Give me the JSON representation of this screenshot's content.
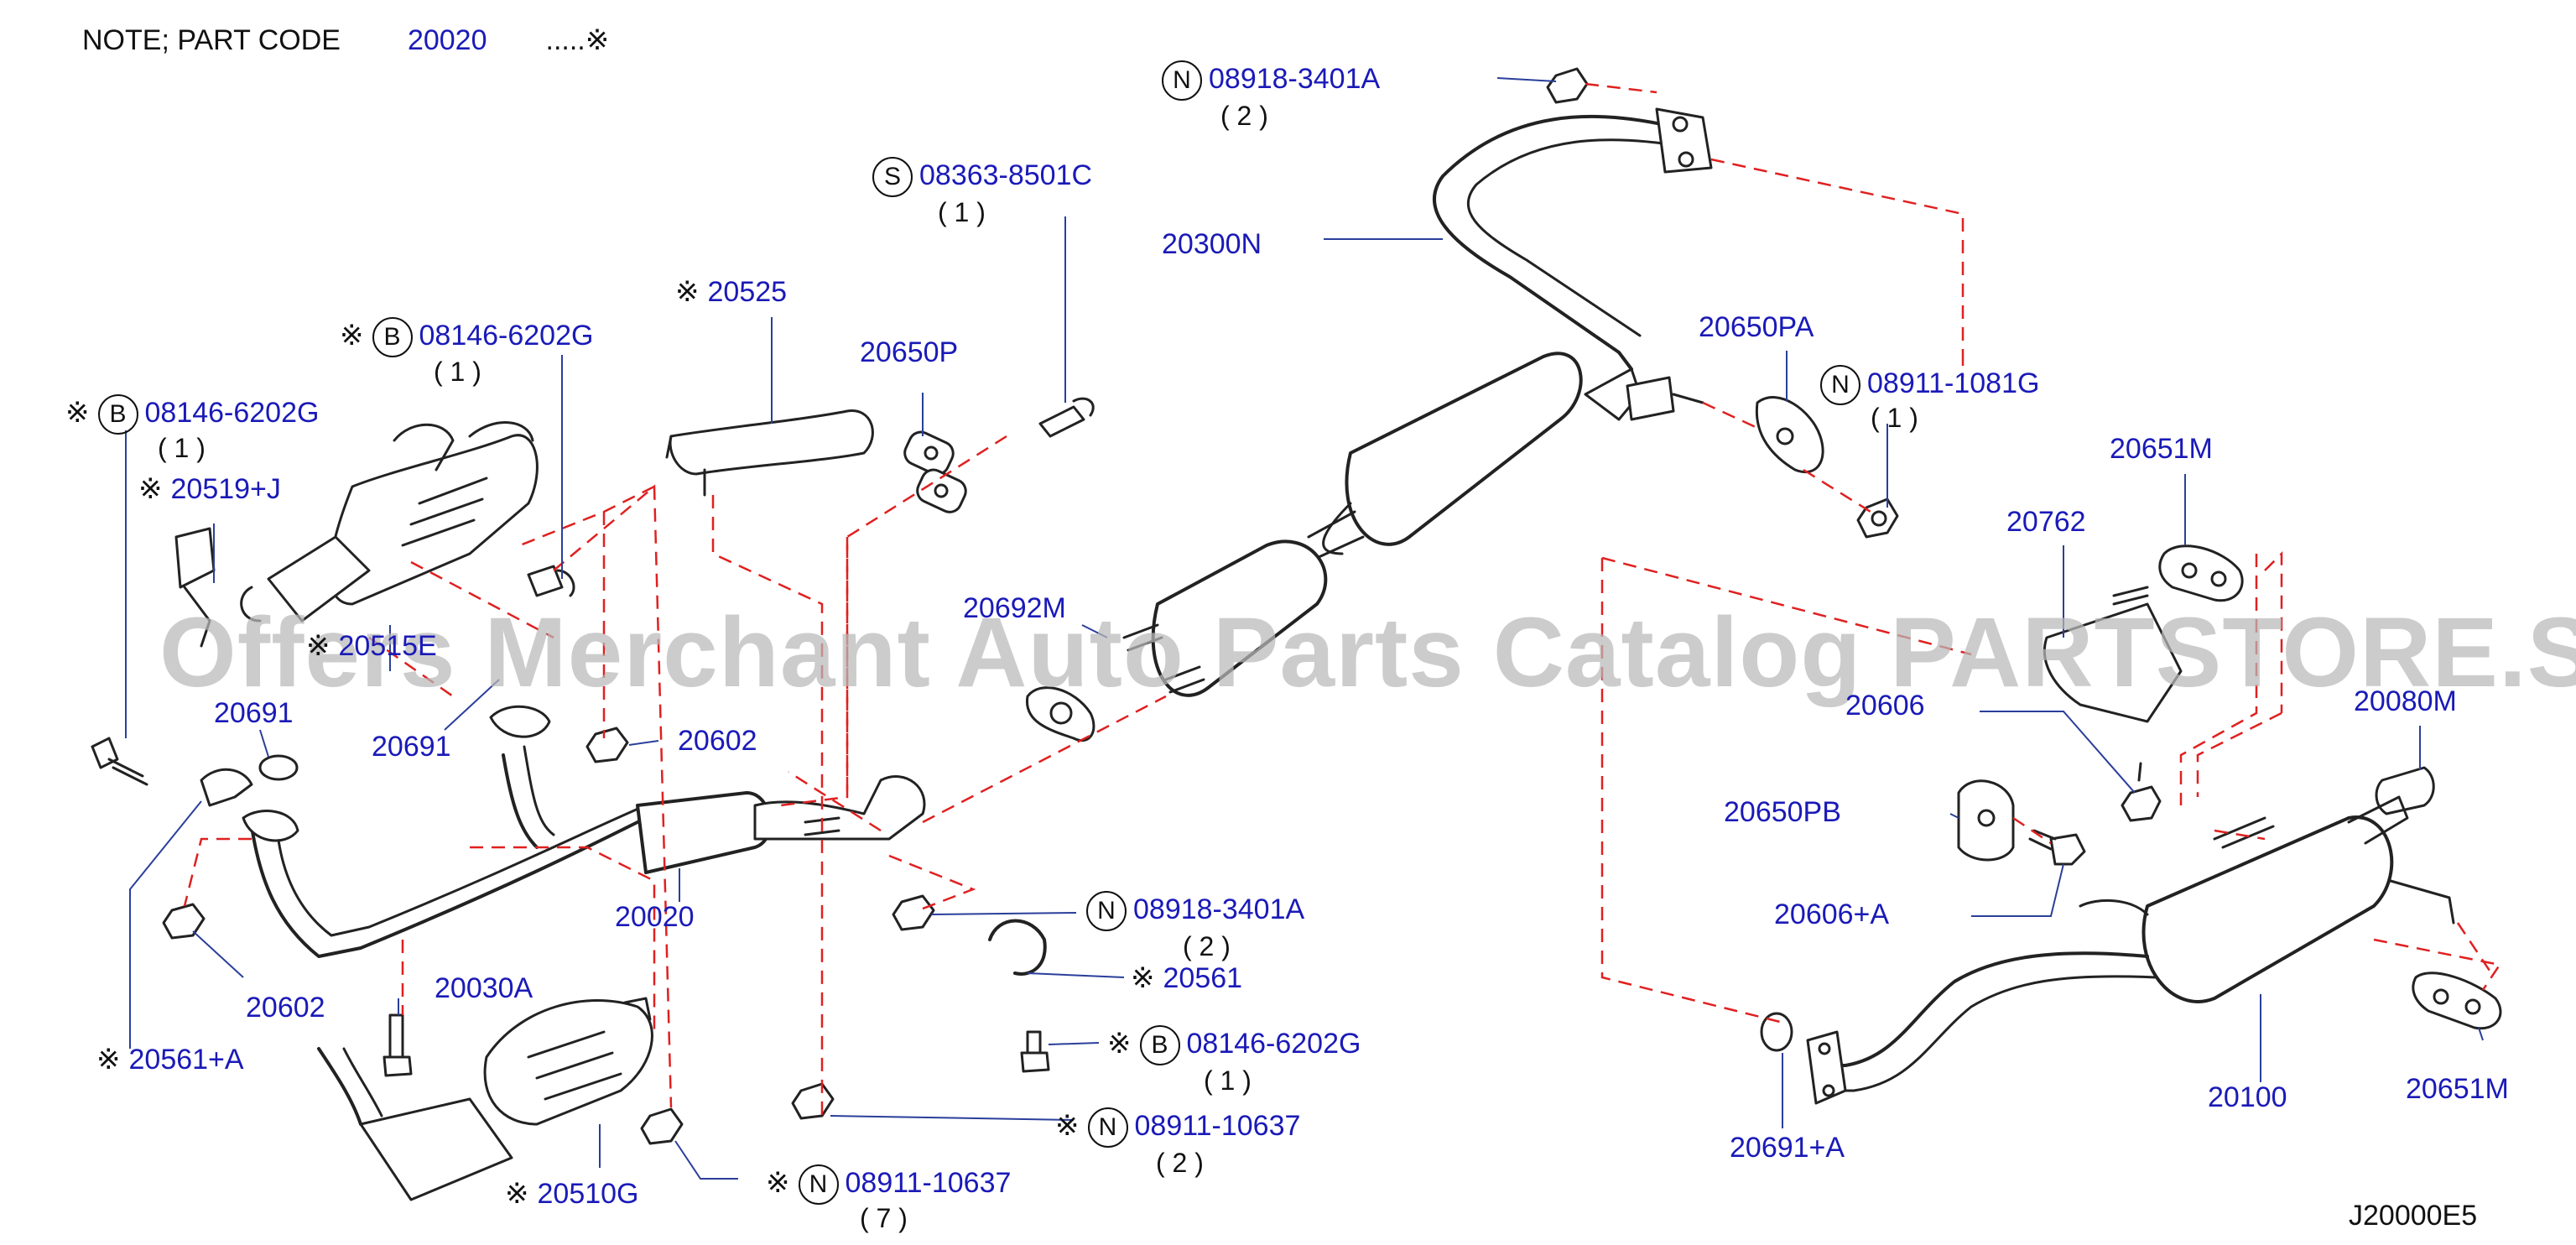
{
  "note": {
    "prefix": "NOTE;  PART  CODE",
    "code": "20020",
    "mark": ".....※"
  },
  "diagram_code": "J20000E5",
  "watermark": "Offers Merchant Auto Parts Catalog PARTSTORE.SA",
  "callouts": [
    {
      "id": "c1",
      "symbol": "N",
      "asterisk": false,
      "number": "08918-3401A",
      "qty": "( 2 )"
    },
    {
      "id": "c2",
      "symbol": "S",
      "asterisk": false,
      "number": "08363-8501C",
      "qty": "( 1 )"
    },
    {
      "id": "c3",
      "symbol": "",
      "asterisk": false,
      "number": "20300N",
      "qty": ""
    },
    {
      "id": "c4",
      "symbol": "",
      "asterisk": true,
      "number": "20525",
      "qty": ""
    },
    {
      "id": "c5",
      "symbol": "B",
      "asterisk": true,
      "number": "08146-6202G",
      "qty": "( 1 )"
    },
    {
      "id": "c6",
      "symbol": "B",
      "asterisk": true,
      "number": "08146-6202G",
      "qty": "( 1 )"
    },
    {
      "id": "c7",
      "symbol": "",
      "asterisk": false,
      "number": "20650P",
      "qty": ""
    },
    {
      "id": "c8",
      "symbol": "",
      "asterisk": false,
      "number": "20650PA",
      "qty": ""
    },
    {
      "id": "c9",
      "symbol": "N",
      "asterisk": false,
      "number": "08911-1081G",
      "qty": "( 1  )"
    },
    {
      "id": "c10",
      "symbol": "",
      "asterisk": true,
      "number": "20519+J",
      "qty": ""
    },
    {
      "id": "c11",
      "symbol": "",
      "asterisk": false,
      "number": "20651M",
      "qty": ""
    },
    {
      "id": "c12",
      "symbol": "",
      "asterisk": false,
      "number": "20762",
      "qty": ""
    },
    {
      "id": "c13",
      "symbol": "",
      "asterisk": false,
      "number": "20692M",
      "qty": ""
    },
    {
      "id": "c14",
      "symbol": "",
      "asterisk": true,
      "number": "20515E",
      "qty": ""
    },
    {
      "id": "c15",
      "symbol": "",
      "asterisk": false,
      "number": "20691",
      "qty": ""
    },
    {
      "id": "c16",
      "symbol": "",
      "asterisk": false,
      "number": "20691",
      "qty": ""
    },
    {
      "id": "c17",
      "symbol": "",
      "asterisk": false,
      "number": "20602",
      "qty": ""
    },
    {
      "id": "c18",
      "symbol": "",
      "asterisk": false,
      "number": "20606",
      "qty": ""
    },
    {
      "id": "c19",
      "symbol": "",
      "asterisk": false,
      "number": "20080M",
      "qty": ""
    },
    {
      "id": "c20",
      "symbol": "",
      "asterisk": false,
      "number": "20650PB",
      "qty": ""
    },
    {
      "id": "c21",
      "symbol": "",
      "asterisk": false,
      "number": "20020",
      "qty": ""
    },
    {
      "id": "c22",
      "symbol": "N",
      "asterisk": false,
      "number": "08918-3401A",
      "qty": "( 2 )"
    },
    {
      "id": "c23",
      "symbol": "",
      "asterisk": false,
      "number": "20606+A",
      "qty": ""
    },
    {
      "id": "c24",
      "symbol": "",
      "asterisk": true,
      "number": "20561",
      "qty": ""
    },
    {
      "id": "c25",
      "symbol": "",
      "asterisk": false,
      "number": "20030A",
      "qty": ""
    },
    {
      "id": "c26",
      "symbol": "",
      "asterisk": false,
      "number": "20602",
      "qty": ""
    },
    {
      "id": "c27",
      "symbol": "",
      "asterisk": true,
      "number": "20561+A",
      "qty": ""
    },
    {
      "id": "c28",
      "symbol": "B",
      "asterisk": true,
      "number": "08146-6202G",
      "qty": "( 1 )"
    },
    {
      "id": "c29",
      "symbol": "",
      "asterisk": false,
      "number": "20651M",
      "qty": ""
    },
    {
      "id": "c30",
      "symbol": "",
      "asterisk": false,
      "number": "20100",
      "qty": ""
    },
    {
      "id": "c31",
      "symbol": "N",
      "asterisk": true,
      "number": "08911-10637",
      "qty": "( 2  )"
    },
    {
      "id": "c32",
      "symbol": "",
      "asterisk": false,
      "number": "20691+A",
      "qty": ""
    },
    {
      "id": "c33",
      "symbol": "",
      "asterisk": true,
      "number": "20510G",
      "qty": ""
    },
    {
      "id": "c34",
      "symbol": "N",
      "asterisk": true,
      "number": "08911-10637",
      "qty": "( 7  )"
    }
  ]
}
